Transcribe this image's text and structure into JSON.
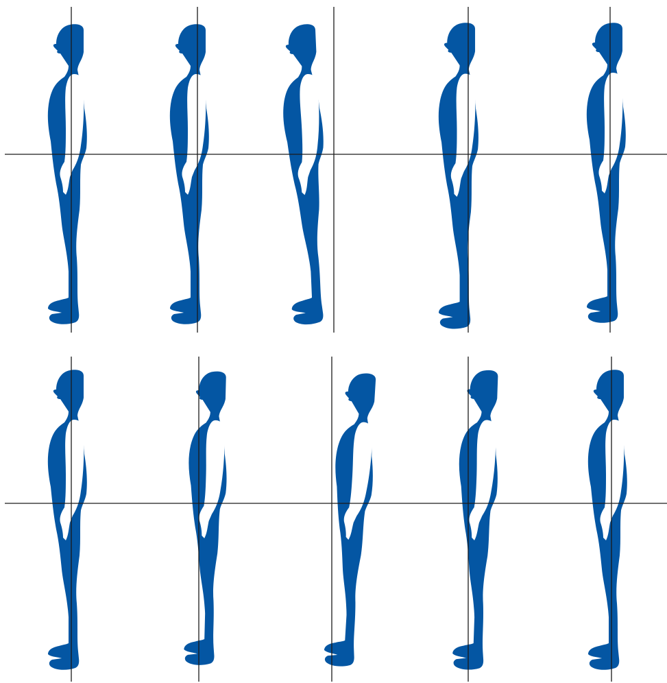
{
  "colors": {
    "background": "#ffffff",
    "silhouette": "#0456a3",
    "arm_highlight": "#ffffff",
    "reference_line": "#1a1a1a"
  },
  "rows": [
    {
      "id": "row-top",
      "figures": [
        {
          "id": "figure-top-1"
        },
        {
          "id": "figure-top-2"
        },
        {
          "id": "figure-top-3"
        },
        {
          "id": "figure-top-4"
        },
        {
          "id": "figure-top-5"
        }
      ]
    },
    {
      "id": "row-bottom",
      "figures": [
        {
          "id": "figure-bottom-1"
        },
        {
          "id": "figure-bottom-2"
        },
        {
          "id": "figure-bottom-3"
        },
        {
          "id": "figure-bottom-4"
        },
        {
          "id": "figure-bottom-5"
        }
      ]
    }
  ]
}
